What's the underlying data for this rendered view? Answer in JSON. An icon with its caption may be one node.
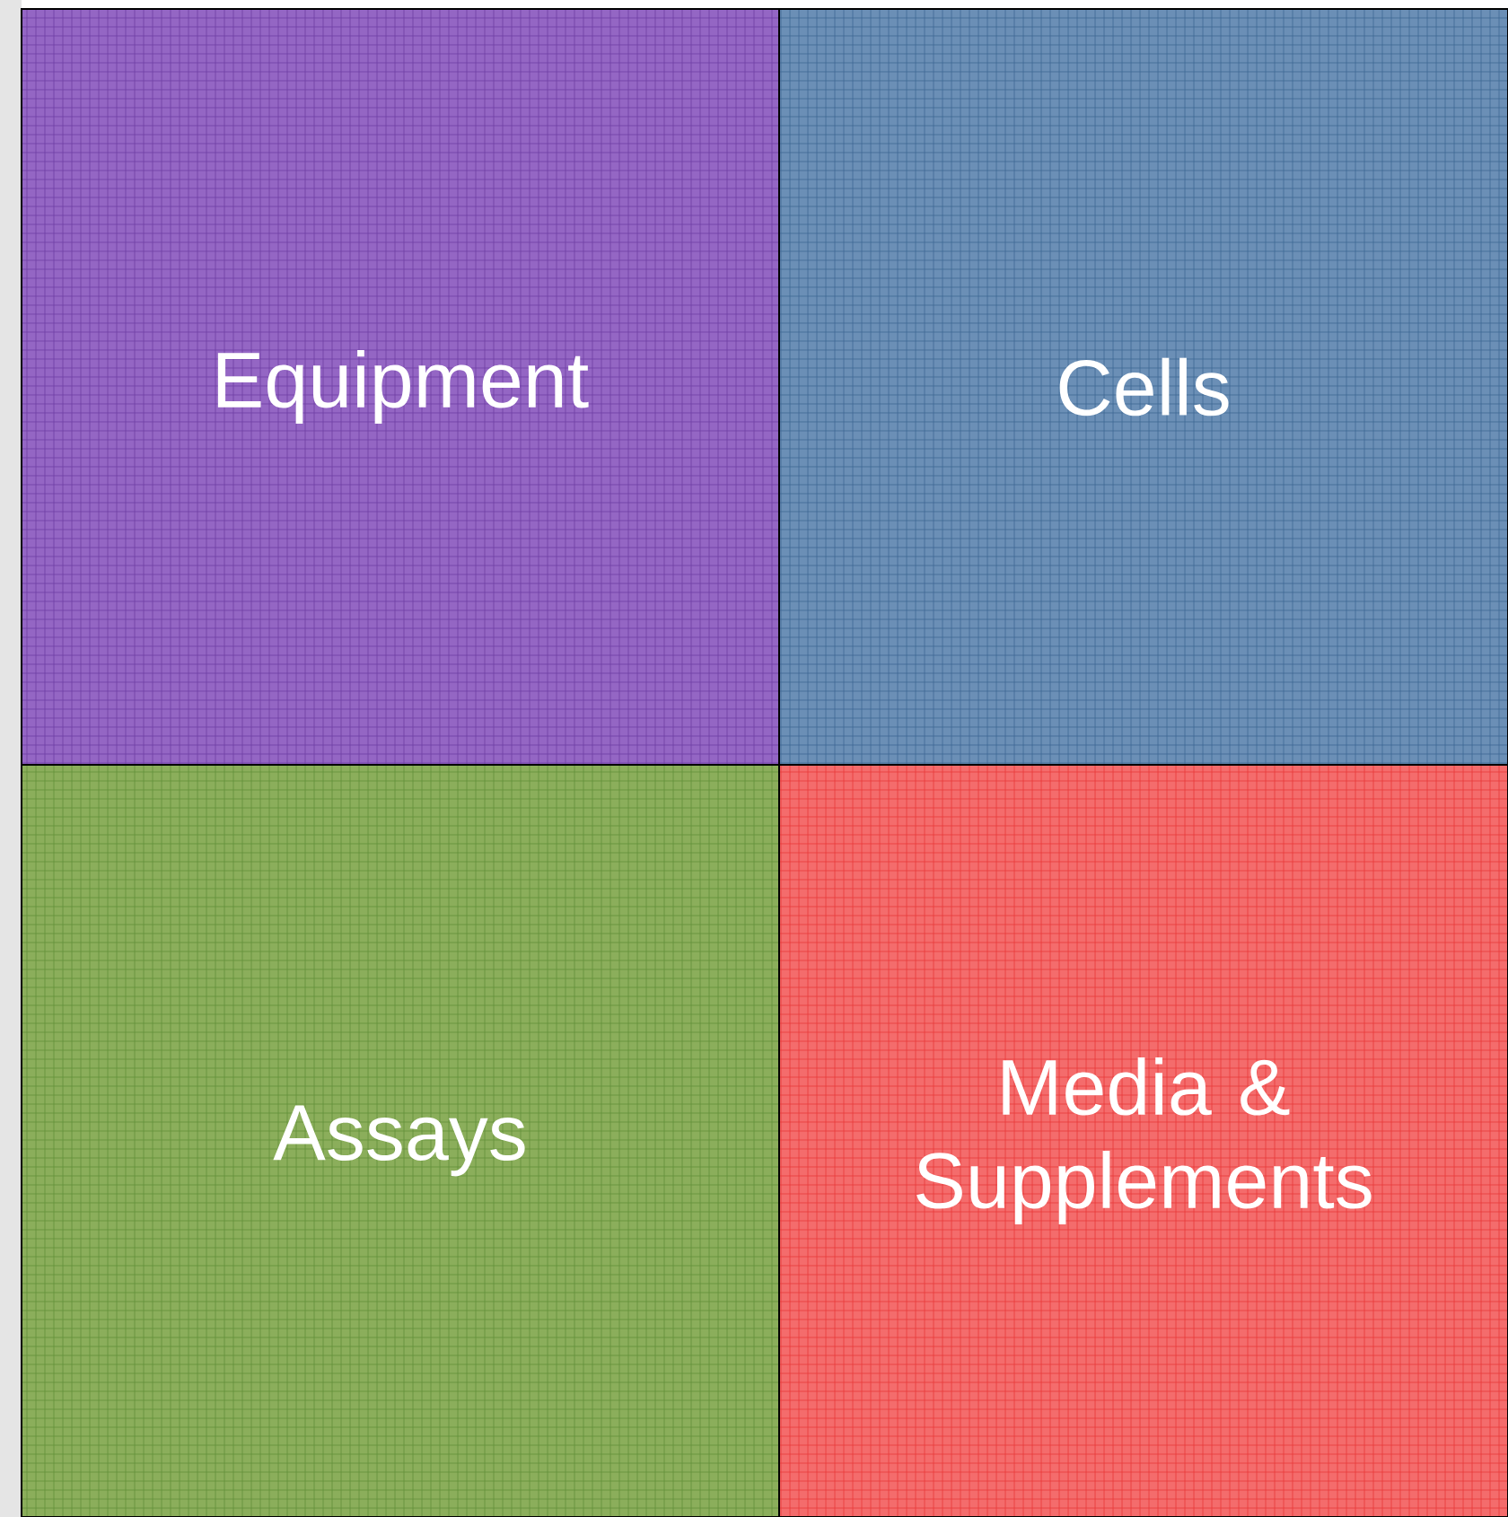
{
  "diagram": {
    "nodes": [
      {
        "text": [
          "Equipment"
        ]
      },
      {
        "text": [
          "Cells"
        ]
      },
      {
        "text": [
          "Assays"
        ]
      },
      {
        "text": [
          "Media & Supplements"
        ]
      }
    ]
  }
}
